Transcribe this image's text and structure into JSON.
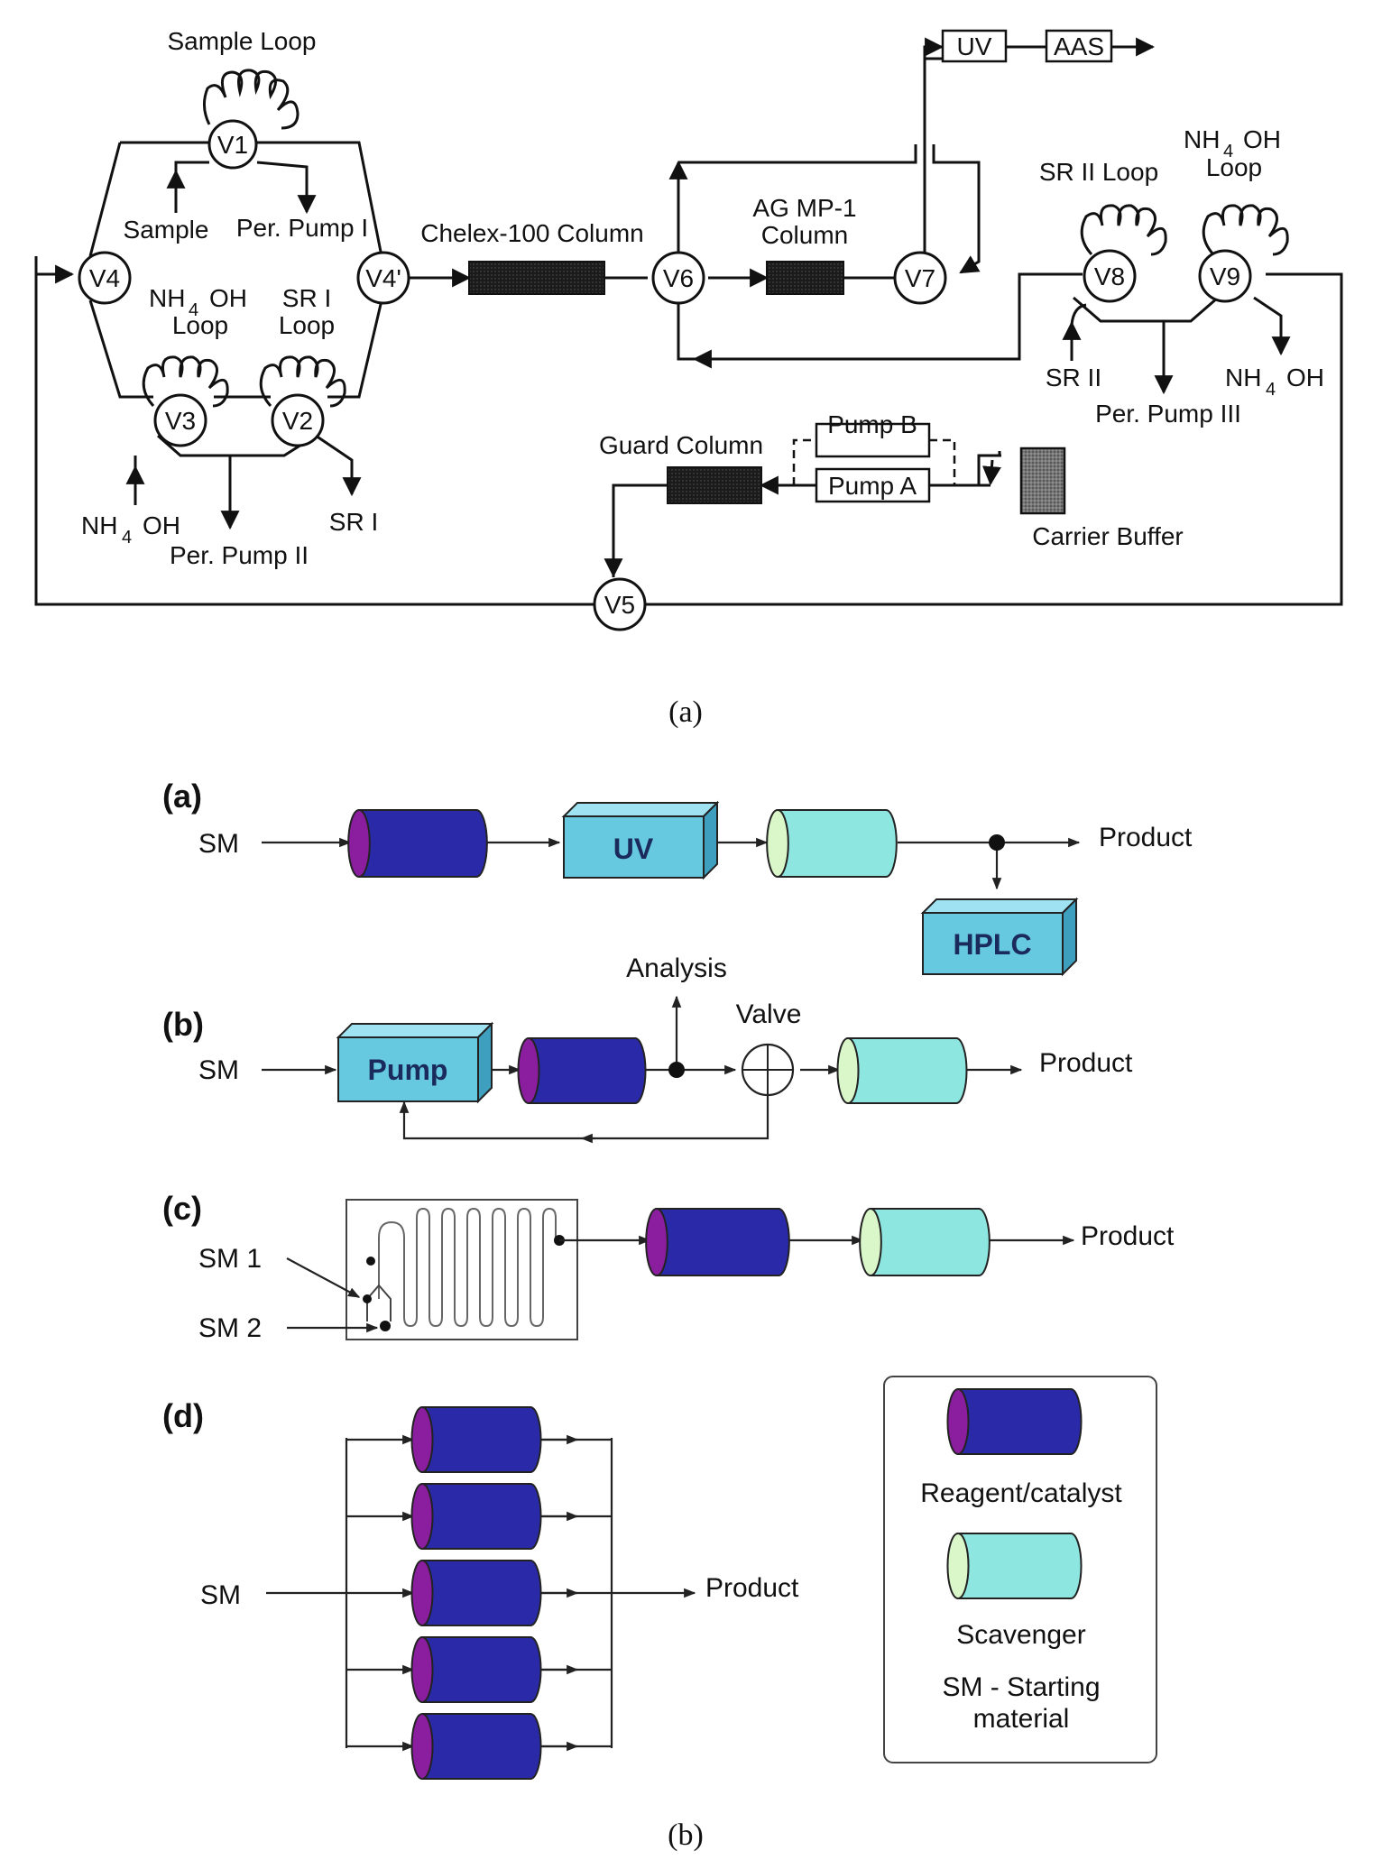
{
  "panel_a": {
    "caption": "(a)",
    "valves": [
      "V1",
      "V2",
      "V3",
      "V4",
      "V4'",
      "V5",
      "V6",
      "V7",
      "V8",
      "V9"
    ],
    "labels": {
      "sample_loop": "Sample Loop",
      "sample": "Sample",
      "per_pump_1": "Per. Pump I",
      "nh4oh_loop_1a": "NH",
      "nh4oh_loop_1b": "OH",
      "nh4oh_loop_1c": "Loop",
      "sr1_loop_a": "SR I",
      "sr1_loop_b": "Loop",
      "nh4oh_1a": "NH",
      "nh4oh_1b": "OH",
      "per_pump_2": "Per. Pump II",
      "sr1": "SR I",
      "chelex_column": "Chelex-100 Column",
      "agmp1_a": "AG MP-1",
      "agmp1_b": "Column",
      "uv": "UV",
      "aas": "AAS",
      "sr2_loop": "SR II Loop",
      "nh4oh_loop_2a": "NH",
      "nh4oh_loop_2b": "OH",
      "nh4oh_loop_2c": "Loop",
      "sr2": "SR II",
      "per_pump_3": "Per. Pump III",
      "nh4oh_2a": "NH",
      "nh4oh_2b": "OH",
      "guard_column": "Guard Column",
      "pump_b": "Pump B",
      "pump_a": "Pump A",
      "carrier_buffer": "Carrier Buffer",
      "sub4": "4"
    }
  },
  "panel_b": {
    "caption": "(b)",
    "sub_a": {
      "label": "(a)",
      "sm": "SM",
      "uv": "UV",
      "hplc": "HPLC",
      "product": "Product"
    },
    "sub_b": {
      "label": "(b)",
      "sm": "SM",
      "pump": "Pump",
      "analysis": "Analysis",
      "valve": "Valve",
      "product": "Product"
    },
    "sub_c": {
      "label": "(c)",
      "sm1": "SM 1",
      "sm2": "SM 2",
      "product": "Product"
    },
    "sub_d": {
      "label": "(d)",
      "sm": "SM",
      "product": "Product"
    },
    "legend": {
      "reagent": "Reagent/catalyst",
      "scavenger": "Scavenger",
      "sm_def_1": "SM - Starting",
      "sm_def_2": "material"
    }
  },
  "colors": {
    "reagent_body": "#2a2aa8",
    "reagent_cap": "#8a1e9e",
    "scavenger_body": "#8ee6e0",
    "scavenger_cap": "#d9f7c8",
    "box_fill": "#66c9df",
    "column_dark": "#1b1b1b"
  }
}
